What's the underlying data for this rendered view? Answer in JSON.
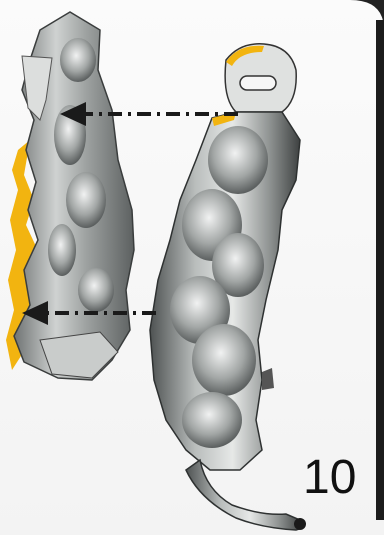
{
  "step": {
    "number": "10"
  },
  "colors": {
    "accent_glue": "#f2b410",
    "part_gray": "#8a8d8d",
    "part_highlight": "#e7e9e8",
    "part_shadow": "#2b2d2d",
    "arrow": "#1a1a1a"
  },
  "icons": {
    "left_part": "crocodile-back-half-piece",
    "right_part": "crocodile-body-piece-with-tail",
    "arrows": "dash-dot-arrow-left"
  }
}
